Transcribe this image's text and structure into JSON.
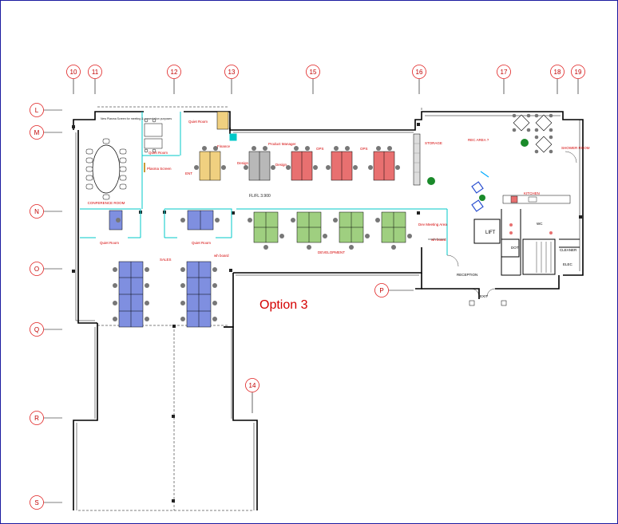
{
  "plan": {
    "option_label": "Option 3",
    "floor_level": "FL/FL 3.900",
    "colors": {
      "grid_bubble": "#e02020",
      "wall": "#000000",
      "label_red": "#d40000",
      "glazing": "#00c8c8",
      "desk_blue": "#7f8fe0",
      "desk_red": "#e87070",
      "desk_green": "#9fcf80",
      "desk_grey": "#b8b8b8",
      "desk_yellow": "#f0d080",
      "plant": "#1a8a2a"
    },
    "grid_columns": [
      "10",
      "11",
      "12",
      "13",
      "15",
      "16",
      "17",
      "18",
      "19",
      "14"
    ],
    "grid_rows": [
      "L",
      "M",
      "N",
      "O",
      "Q",
      "R",
      "S",
      "P"
    ],
    "rooms": {
      "quiet_room_top": "Quiet Room",
      "quiet_room_small": "Quiet Room",
      "conference_room": "CONFERENCE ROOM",
      "quiet_room_left": "Quiet Room",
      "quiet_room_right": "Quiet Room",
      "sales": "SALES",
      "development": "DEVELOPMENT",
      "finance": "Finance",
      "product_manager": "Product Manager",
      "design_a": "Design",
      "design_b": "Design",
      "ops_a": "OPS",
      "ops_b": "OPS",
      "ent": "ENT",
      "plasma_screen": "Plasma Screen",
      "storage": "STORAGE",
      "rec_area": "REC AREA ?",
      "shower_room": "SHOWER ROOM",
      "kitchen": "KITCHEN",
      "wc": "WC",
      "lift": "LIFT",
      "dot": "DOT",
      "cleaner": "CLEANER",
      "elec": "ELEC",
      "reception": "RECEPTION",
      "exit": "EXIT",
      "dev_meeting_area": "Dev Meeting Area",
      "wb_board": "wh board",
      "sales_wb": "wh board"
    },
    "notes": {
      "plasma_note": "New Plasma Screen for meeting & presentation purposes"
    }
  }
}
